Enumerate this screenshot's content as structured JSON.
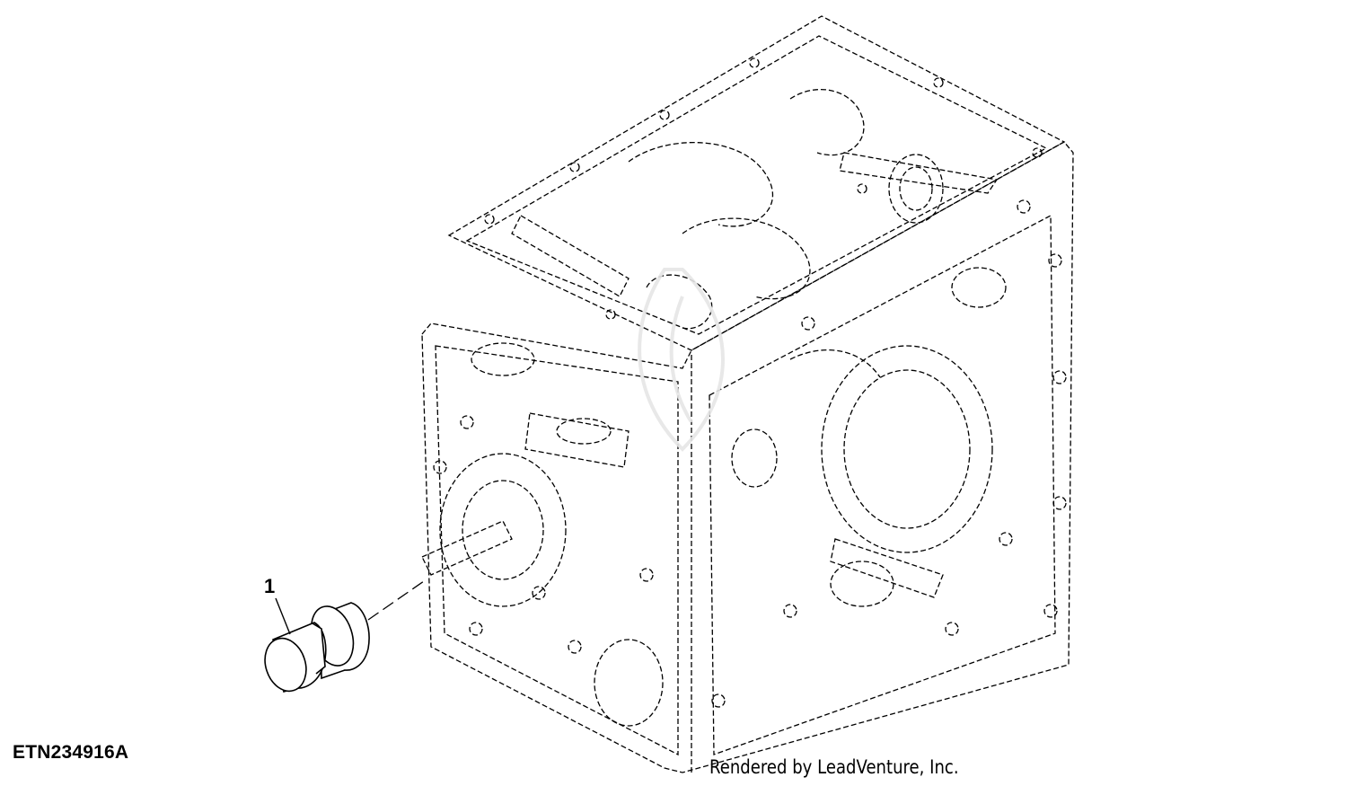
{
  "diagram": {
    "callouts": [
      {
        "label": "1"
      }
    ],
    "figure_id": "ETN234916A",
    "credit": "Rendered by LeadVenture, Inc."
  }
}
